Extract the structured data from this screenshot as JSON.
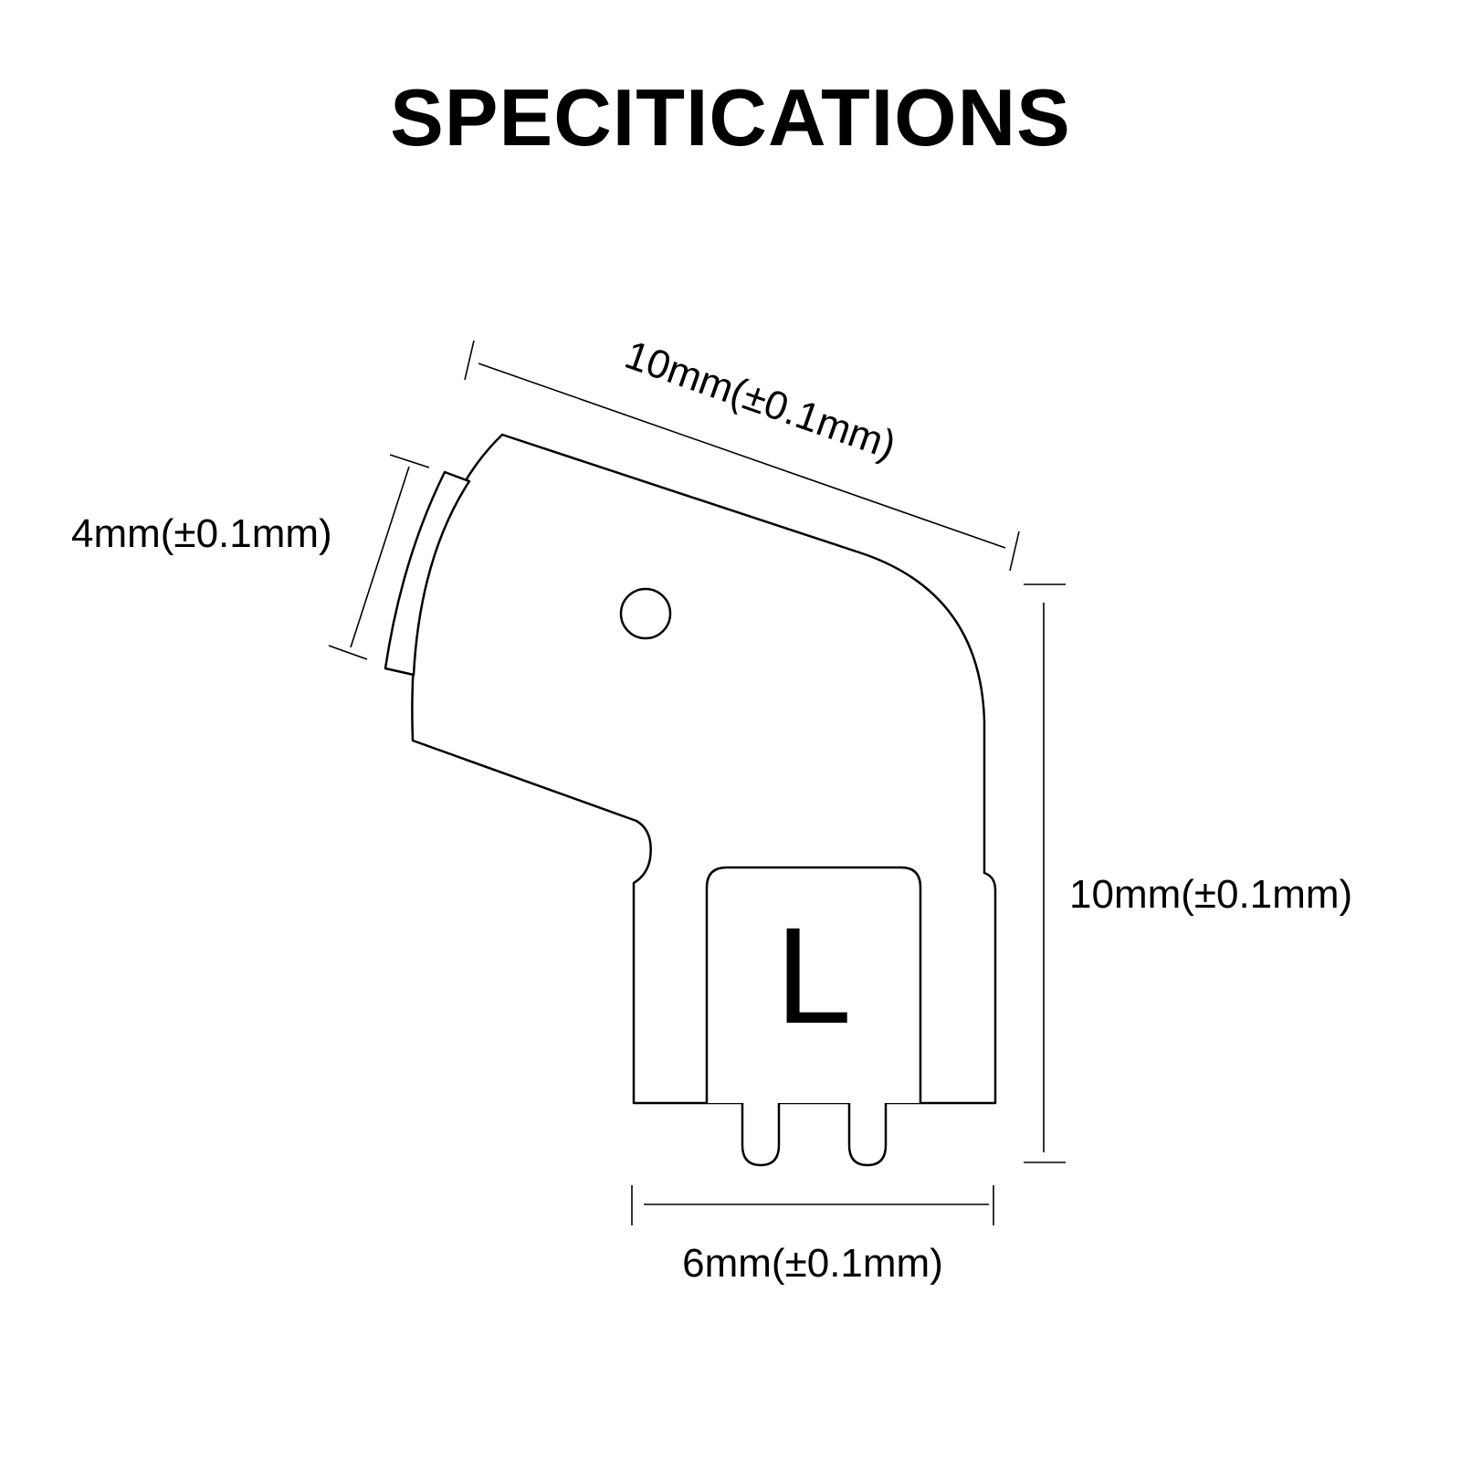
{
  "title": "SPECITICATIONS",
  "dimensions": {
    "top_length": "10mm(±0.1mm)",
    "tip_width": "4mm(±0.1mm)",
    "height": "10mm(±0.1mm)",
    "base_width": "6mm(±0.1mm)"
  },
  "side_label": "L",
  "colors": {
    "line": "#000000",
    "background": "#ffffff"
  }
}
